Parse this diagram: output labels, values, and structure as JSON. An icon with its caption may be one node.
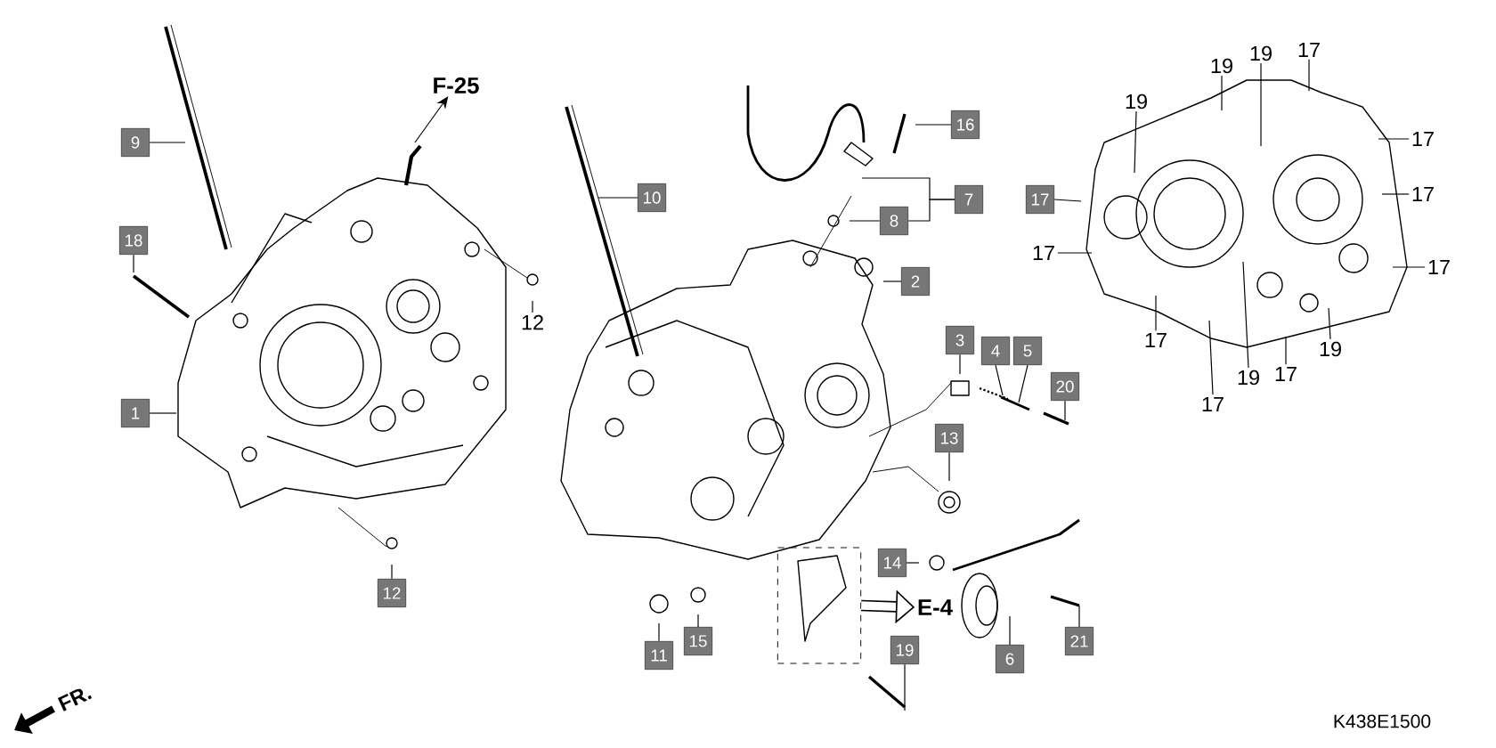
{
  "diagram": {
    "nodes": [
      {
        "text": [
          "9"
        ]
      },
      {
        "text": [
          "F-25"
        ]
      },
      {
        "text": [
          "18"
        ]
      },
      {
        "text": [
          "12"
        ]
      },
      {
        "text": [
          "1"
        ]
      },
      {
        "text": [
          "12"
        ]
      },
      {
        "text": [
          "10"
        ]
      },
      {
        "text": [
          "16"
        ]
      },
      {
        "text": [
          "7"
        ]
      },
      {
        "text": [
          "8"
        ]
      },
      {
        "text": [
          "2"
        ]
      },
      {
        "text": [
          "3"
        ]
      },
      {
        "text": [
          "4"
        ]
      },
      {
        "text": [
          "5"
        ]
      },
      {
        "text": [
          "20"
        ]
      },
      {
        "text": [
          "13"
        ]
      },
      {
        "text": [
          "14"
        ]
      },
      {
        "text": [],
        "shape": "box"
      },
      {
        "text": [
          "E-4"
        ]
      },
      {
        "text": [
          "11"
        ]
      },
      {
        "text": [
          "15"
        ]
      },
      {
        "text": [
          "19"
        ]
      },
      {
        "text": [
          "6"
        ]
      },
      {
        "text": [
          "21"
        ]
      },
      {
        "text": [
          "19"
        ]
      },
      {
        "text": [
          "19"
        ]
      },
      {
        "text": [
          "19"
        ]
      },
      {
        "text": [
          "17"
        ]
      },
      {
        "text": [
          "17"
        ]
      },
      {
        "text": [
          "17"
        ]
      },
      {
        "text": [
          "17"
        ]
      },
      {
        "text": [
          "17"
        ]
      },
      {
        "text": [
          "17"
        ]
      },
      {
        "text": [
          "17"
        ]
      },
      {
        "text": [
          "19"
        ]
      },
      {
        "text": [
          "19"
        ]
      },
      {
        "text": [
          "17"
        ]
      },
      {
        "text": [
          "17"
        ]
      }
    ],
    "edges": [
      {
        "from": 0,
        "to": null,
        "arrow": "none"
      },
      {
        "from": null,
        "to": 1,
        "arrow": "to"
      },
      {
        "from": 2,
        "to": null,
        "arrow": "none"
      },
      {
        "from": 3,
        "to": null,
        "arrow": "none"
      },
      {
        "from": 4,
        "to": null,
        "arrow": "none"
      },
      {
        "from": 5,
        "to": null,
        "arrow": "none"
      },
      {
        "from": 6,
        "to": null,
        "arrow": "none"
      },
      {
        "from": 7,
        "to": null,
        "arrow": "none"
      },
      {
        "from": 8,
        "to": null,
        "arrow": "none"
      },
      {
        "from": 8,
        "to": 9,
        "arrow": "none"
      },
      {
        "from": 9,
        "to": null,
        "arrow": "none"
      },
      {
        "from": 10,
        "to": null,
        "arrow": "none"
      },
      {
        "from": 11,
        "to": null,
        "arrow": "none"
      },
      {
        "from": 12,
        "to": null,
        "arrow": "none"
      },
      {
        "from": 13,
        "to": null,
        "arrow": "none"
      },
      {
        "from": 14,
        "to": null,
        "arrow": "none"
      },
      {
        "from": 15,
        "to": null,
        "arrow": "none"
      },
      {
        "from": 16,
        "to": null,
        "arrow": "none"
      },
      {
        "from": 17,
        "to": 18,
        "arrow": "to",
        "style": "thick"
      },
      {
        "from": 19,
        "to": null,
        "arrow": "none"
      },
      {
        "from": 20,
        "to": null,
        "arrow": "none"
      },
      {
        "from": 21,
        "to": null,
        "arrow": "none"
      },
      {
        "from": 22,
        "to": null,
        "arrow": "none"
      },
      {
        "from": 23,
        "to": null,
        "arrow": "none"
      },
      {
        "from": 24,
        "to": null,
        "arrow": "none"
      },
      {
        "from": 25,
        "to": null,
        "arrow": "none"
      },
      {
        "from": 26,
        "to": null,
        "arrow": "none"
      },
      {
        "from": 27,
        "to": null,
        "arrow": "none"
      },
      {
        "from": 28,
        "to": null,
        "arrow": "none"
      },
      {
        "from": 29,
        "to": null,
        "arrow": "none"
      },
      {
        "from": 30,
        "to": null,
        "arrow": "none"
      },
      {
        "from": 31,
        "to": null,
        "arrow": "none"
      },
      {
        "from": 32,
        "to": null,
        "arrow": "none"
      },
      {
        "from": 33,
        "to": null,
        "arrow": "none"
      },
      {
        "from": 34,
        "to": null,
        "arrow": "none"
      },
      {
        "from": 35,
        "to": null,
        "arrow": "none"
      },
      {
        "from": 36,
        "to": null,
        "arrow": "none"
      },
      {
        "from": 37,
        "to": null,
        "arrow": "none"
      }
    ],
    "labels": [
      "FR.",
      "K438E1500"
    ]
  }
}
